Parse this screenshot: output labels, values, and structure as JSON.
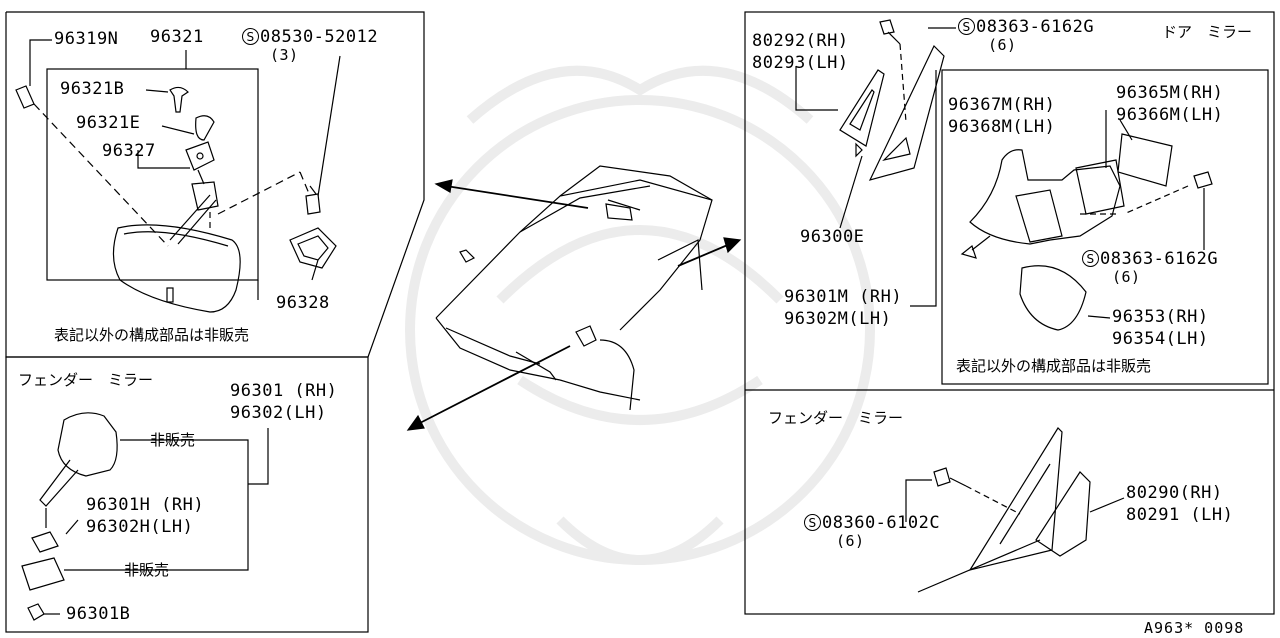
{
  "left_top": {
    "p96319N": "96319N",
    "p96321": "96321",
    "p08530_52012": "08530-52012",
    "q08530_52012": "(3)",
    "p96321B": "96321B",
    "p96321E": "96321E",
    "p96327": "96327",
    "p96328": "96328",
    "note": "表記以外の構成部品は非販売"
  },
  "left_bottom": {
    "title": "フェンダー　ミラー",
    "p96301": "96301 (RH)",
    "p96302": "96302(LH)",
    "not_sold_1": "非販売",
    "p96301H": "96301H (RH)",
    "p96302H": "96302H(LH)",
    "not_sold_2": "非販売",
    "p96301B": "96301B"
  },
  "right_top": {
    "p80292": "80292(RH)",
    "p80293": "80293(LH)",
    "p08363_top": "08363-6162G",
    "q08363_top": "(6)",
    "title": "ドア　ミラー",
    "p96367M": "96367M(RH)",
    "p96368M": "96368M(LH)",
    "p96365M": "96365M(RH)",
    "p96366M": "96366M(LH)",
    "p96300E": "96300E",
    "p08363_mid": "08363-6162G",
    "q08363_mid": "(6)",
    "p96301M": "96301M (RH)",
    "p96302M": "96302M(LH)",
    "p96353": "96353(RH)",
    "p96354": "96354(LH)",
    "note": "表記以外の構成部品は非販売"
  },
  "right_bottom": {
    "title": "フェンダー　ミラー",
    "p08360": "08360-6102C",
    "q08360": "(6)",
    "p80290": "80290(RH)",
    "p80291": "80291 (LH)"
  },
  "circled_s": "S",
  "diagram_code": "A963* 0098"
}
